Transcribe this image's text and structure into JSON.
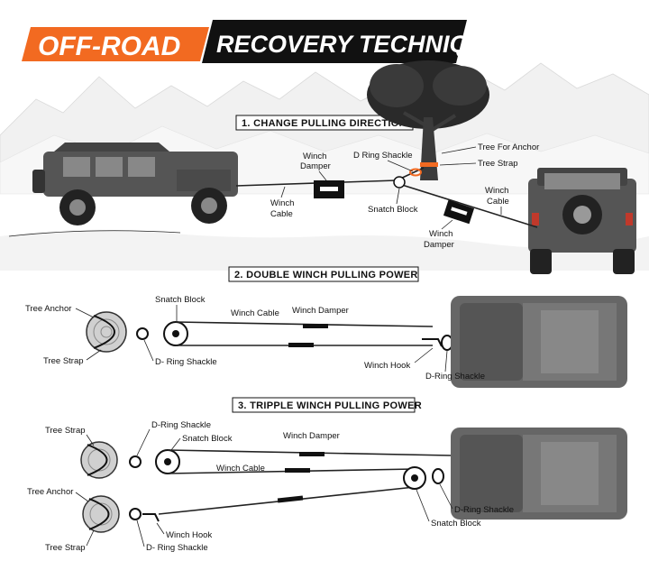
{
  "title": {
    "part1": "OFF-ROAD",
    "part2": "RECOVERY TECHNIQUES",
    "accent": "#f26a21",
    "dark": "#111111"
  },
  "sections": [
    {
      "heading": "1. CHANGE PULLING DIRECTION",
      "labels": {
        "winch_damper_a": [
          "Winch",
          "Damper"
        ],
        "d_ring_shackle": "D Ring Shackle",
        "tree_for_anchor": "Tree For Anchor",
        "tree_strap": "Tree Strap",
        "winch_cable_a": [
          "Winch",
          "Cable"
        ],
        "snatch_block": "Snatch Block",
        "winch_cable_b": [
          "Winch",
          "Cable"
        ],
        "winch_damper_b": [
          "Winch",
          "Damper"
        ]
      }
    },
    {
      "heading": "2. DOUBLE WINCH PULLING POWER",
      "labels": {
        "tree_anchor": "Tree Anchor",
        "snatch_block": "Snatch Block",
        "winch_cable": "Winch Cable",
        "winch_damper": "Winch Damper",
        "tree_strap": "Tree Strap",
        "d_ring_shackle_left": "D- Ring Shackle",
        "winch_hook": "Winch Hook",
        "d_ring_shackle_right": "D-Ring Shackle"
      }
    },
    {
      "heading": "3. TRIPPLE WINCH PULLING POWER",
      "labels": {
        "tree_strap_top": "Tree Strap",
        "d_ring_shackle_top": "D-Ring Shackle",
        "snatch_block_top": "Snatch Block",
        "winch_damper": "Winch Damper",
        "winch_cable": "Winch Cable",
        "tree_anchor": "Tree Anchor",
        "d_ring_shackle_right": "D-Ring Shackle",
        "snatch_block_right": "Snatch Block",
        "winch_hook": "Winch Hook",
        "tree_strap_bottom": "Tree Strap",
        "d_ring_shackle_bottom": "D- Ring Shackle"
      }
    }
  ]
}
